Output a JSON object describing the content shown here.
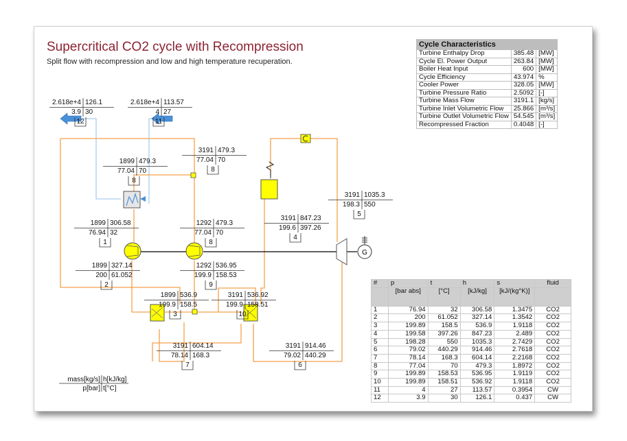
{
  "header": {
    "title": "Supercritical CO2 cycle with Recompression",
    "subtitle": "Split flow with recompression and low and high temperature recuperation."
  },
  "characteristics": {
    "heading": "Cycle Characteristics",
    "rows": [
      {
        "label": "Turbine Enthalpy Drop",
        "value": "385.48",
        "unit": "[MW]"
      },
      {
        "label": "Cycle El. Power Output",
        "value": "263.84",
        "unit": "[MW]"
      },
      {
        "label": "Boiler Heat Input",
        "value": "600",
        "unit": "[MW]"
      },
      {
        "label": "Cycle Efficiency",
        "value": "43.974",
        "unit": "%"
      },
      {
        "label": "Cooler Power",
        "value": "328.05",
        "unit": "[MW]"
      },
      {
        "label": "Turbine Pressure Ratio",
        "value": "2.5092",
        "unit": "[-]"
      },
      {
        "label": "Turbine Mass Flow",
        "value": "3191.1",
        "unit": "[kg/s]"
      },
      {
        "label": "Turbine Inlet Volumetric Flow",
        "value": "25.866",
        "unit": "[m³/s]"
      },
      {
        "label": "Turbine Outlet Volumetric Flow",
        "value": "54.545",
        "unit": "[m³/s]"
      },
      {
        "label": "Recompressed Fraction",
        "value": "0.4048",
        "unit": "[-]"
      }
    ]
  },
  "state_table": {
    "headers": [
      "#",
      "p",
      "t",
      "h",
      "s",
      "fluid"
    ],
    "units": [
      "",
      "[bar abs]",
      "[°C]",
      "[kJ/kg]",
      "[kJ/(kg°K)]",
      ""
    ],
    "rows": [
      [
        "1",
        "76.94",
        "32",
        "306.58",
        "1.3475",
        "CO2"
      ],
      [
        "2",
        "200",
        "61.052",
        "327.14",
        "1.3542",
        "CO2"
      ],
      [
        "3",
        "199.89",
        "158.5",
        "536.9",
        "1.9118",
        "CO2"
      ],
      [
        "4",
        "199.58",
        "397.26",
        "847.23",
        "2.489",
        "CO2"
      ],
      [
        "5",
        "198.28",
        "550",
        "1035.3",
        "2.7429",
        "CO2"
      ],
      [
        "6",
        "79.02",
        "440.29",
        "914.46",
        "2.7618",
        "CO2"
      ],
      [
        "7",
        "78.14",
        "168.3",
        "604.14",
        "2.2168",
        "CO2"
      ],
      [
        "8",
        "77.04",
        "70",
        "479.3",
        "1.8972",
        "CO2"
      ],
      [
        "9",
        "199.89",
        "158.53",
        "536.95",
        "1.9119",
        "CO2"
      ],
      [
        "10",
        "199.89",
        "158.51",
        "536.92",
        "1.9118",
        "CO2"
      ],
      [
        "11",
        "4",
        "27",
        "113.57",
        "0.3954",
        "CW"
      ],
      [
        "12",
        "3.9",
        "30",
        "126.1",
        "0.437",
        "CW"
      ]
    ]
  },
  "streams": [
    {
      "id": "12",
      "mass": "2.618e+4",
      "h": "126.1",
      "p": "3.9",
      "t": "30"
    },
    {
      "id": "11",
      "mass": "2.618e+4",
      "h": "113.57",
      "p": "4",
      "t": "27"
    },
    {
      "id": "8a",
      "tag": "8",
      "mass": "1899",
      "h": "479.3",
      "p": "77.04",
      "t": "70"
    },
    {
      "id": "8b",
      "tag": "8",
      "mass": "3191",
      "h": "479.3",
      "p": "77.04",
      "t": "70"
    },
    {
      "id": "1",
      "mass": "1899",
      "h": "306.58",
      "p": "76.94",
      "t": "32"
    },
    {
      "id": "8c",
      "tag": "8",
      "mass": "1292",
      "h": "479.3",
      "p": "77.04",
      "t": "70"
    },
    {
      "id": "4",
      "mass": "3191",
      "h": "847.23",
      "p": "199.6",
      "t": "397.26"
    },
    {
      "id": "5",
      "mass": "3191",
      "h": "1035.3",
      "p": "198.3",
      "t": "550"
    },
    {
      "id": "2",
      "mass": "1899",
      "h": "327.14",
      "p": "200",
      "t": "61.052"
    },
    {
      "id": "9",
      "mass": "1292",
      "h": "536.95",
      "p": "199.9",
      "t": "158.53"
    },
    {
      "id": "3",
      "mass": "1899",
      "h": "536.9",
      "p": "199.9",
      "t": "158.5"
    },
    {
      "id": "10",
      "mass": "3191",
      "h": "536.92",
      "p": "199.9",
      "t": "158.51"
    },
    {
      "id": "7",
      "mass": "3191",
      "h": "604.14",
      "p": "78.14",
      "t": "168.3"
    },
    {
      "id": "6",
      "mass": "3191",
      "h": "914.46",
      "p": "79.02",
      "t": "440.29"
    }
  ],
  "legend_box": {
    "mass": "mass[kg/s]",
    "h": "h[kJ/kg]",
    "p": "p[bar]",
    "t": "t[°C]"
  },
  "colors": {
    "co2_line": "#f5a04a",
    "water_line": "#a9cdef",
    "equipment": "#ffff00",
    "title": "#8b2332",
    "arrow": "#4a90d9"
  }
}
